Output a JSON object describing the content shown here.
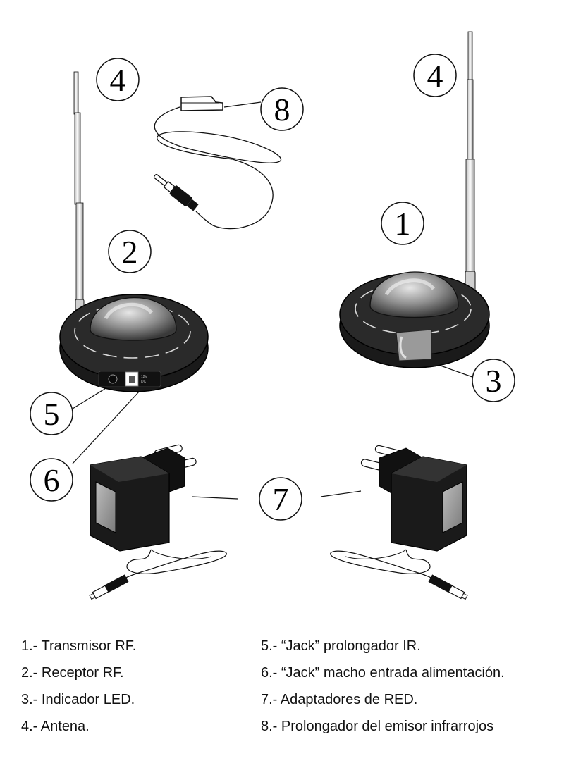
{
  "callout_numbers": {
    "antenna_left": "4",
    "antenna_right": "4",
    "ir_extender": "8",
    "transmitter": "1",
    "receiver": "2",
    "led_indicator": "3",
    "ir_jack": "5",
    "power_jack": "6",
    "adapters": "7"
  },
  "device_label": {
    "line1": "12V",
    "line2": "DC"
  },
  "legend": {
    "left": [
      "1.- Transmisor RF.",
      "2.- Receptor RF.",
      "3.- Indicador LED.",
      "4.- Antena."
    ],
    "right": [
      "5.- “Jack” prolongador IR.",
      "6.- “Jack” macho entrada alimentación.",
      "7.- Adaptadores de RED.",
      "8.- Prolongador del emisor infrarrojos"
    ]
  }
}
